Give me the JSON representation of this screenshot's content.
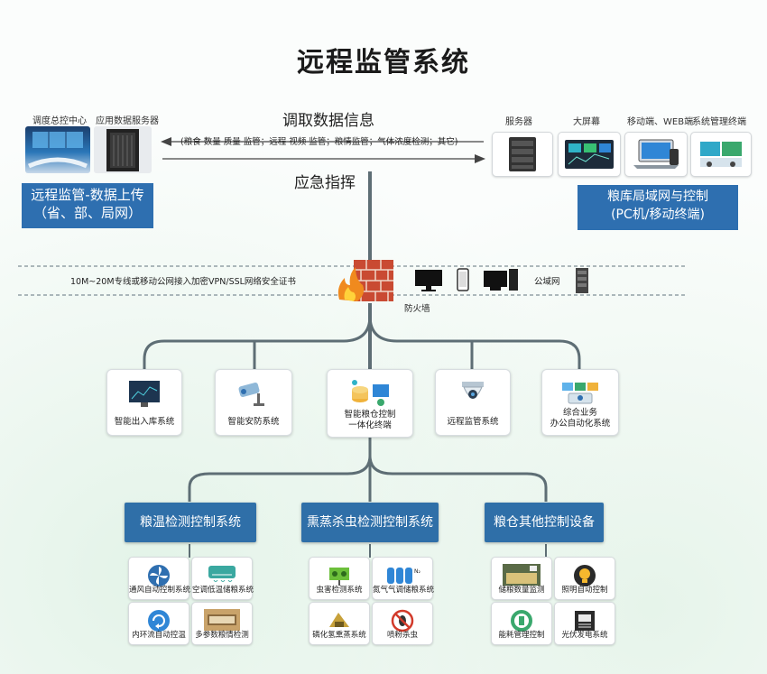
{
  "title": "远程监管系统",
  "top_left": {
    "label_dispatch": "调度总控中心",
    "label_server": "应用数据服务器",
    "box_line1": "远程监管-数据上传",
    "box_line2": "（省、部、局网）"
  },
  "middle": {
    "fetch_label": "调取数据信息",
    "fetch_detail": "(粮食 数量 质量 监管；远程 视频 监管；粮情监管；气体浓度检测；其它)",
    "command_label": "应急指挥"
  },
  "top_right": {
    "labels": [
      "服务器",
      "大屏幕",
      "移动端、WEB端",
      "系统管理终端"
    ],
    "box_line1": "粮库局域网与控制",
    "box_line2": "(PC机/移动终端)"
  },
  "network": {
    "vpn_text": "10M~20M专线或移动公网接入加密VPN/SSL网络安全证书",
    "lan_text": "公域网",
    "firewall_label": "防火墙"
  },
  "systems": [
    {
      "icon": "monitor-chart-icon",
      "lines": [
        "智能出入库系统"
      ]
    },
    {
      "icon": "security-camera-icon",
      "lines": [
        "智能安防系统"
      ]
    },
    {
      "icon": "iot-control-icon",
      "lines": [
        "智能粮仓控制",
        "一体化终端"
      ]
    },
    {
      "icon": "dome-camera-icon",
      "lines": [
        "远程监管系统"
      ]
    },
    {
      "icon": "office-automation-icon",
      "lines": [
        "综合业务",
        "办公自动化系统"
      ]
    }
  ],
  "sections": [
    {
      "title": "粮温检测控制系统",
      "items": [
        "通风自动控制系统",
        "空调低温储粮系统",
        "内环流自动控温",
        "多参数粮情检测"
      ]
    },
    {
      "title": "熏蒸杀虫检测控制系统",
      "items": [
        "虫害检测系统",
        "氮气气调储粮系统",
        "磷化氢熏蒸系统",
        "喷粉杀虫"
      ]
    },
    {
      "title": "粮仓其他控制设备",
      "items": [
        "储粮数量监测",
        "照明自动控制",
        "能耗管理控制",
        "光伏发电系统"
      ]
    }
  ],
  "colors": {
    "accent_blue": "#2e6fb0",
    "line_gray": "#6f7f86",
    "firewall_red": "#c94a32"
  }
}
